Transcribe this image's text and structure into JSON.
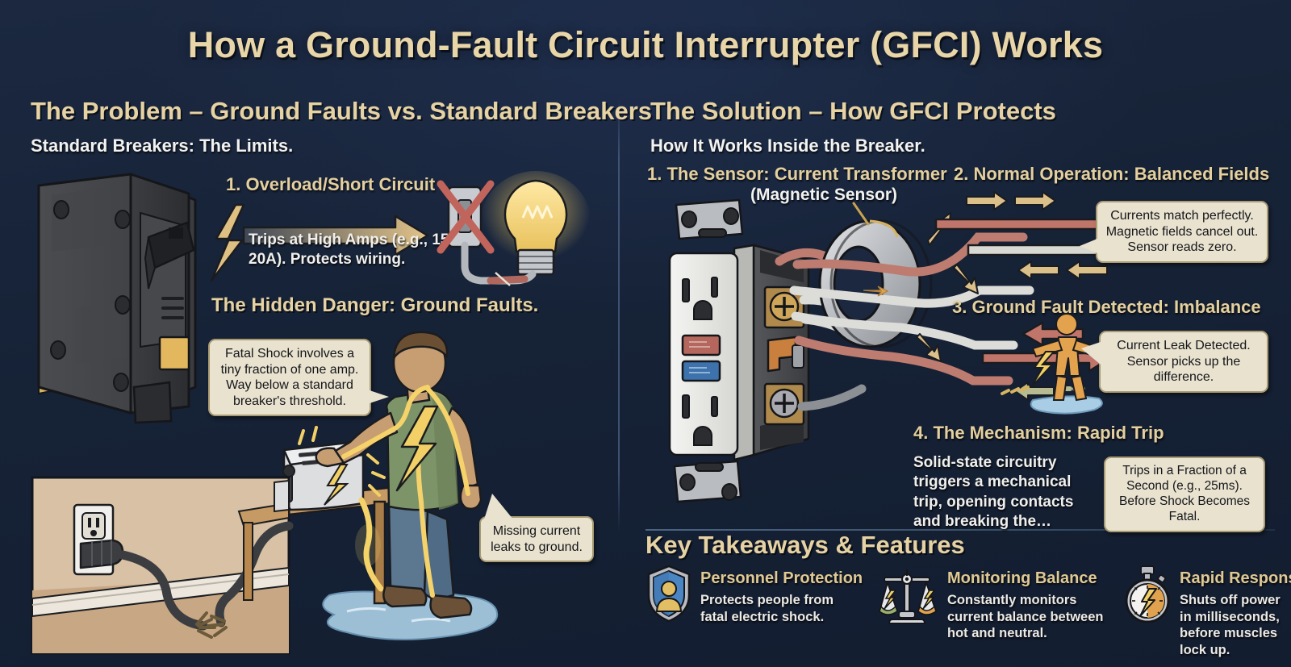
{
  "title": "How a Ground-Fault Circuit Interrupter (GFCI) Works",
  "colors": {
    "background": "#16233c",
    "heading_gold": "#e6d2a3",
    "body_white": "#f0efec",
    "callout_cream": "#e9e2cf",
    "hot_wire_red": "#c0756b",
    "neutral_wire_white": "#d9d9d4",
    "spark_yellow": "#f5d05a",
    "accent_orange": "#e2a24e"
  },
  "left_column": {
    "section_heading": "The Problem – Ground Faults vs. Standard Breakers",
    "sub_heading": "Standard Breakers: The Limits.",
    "step1_heading": "1. Overload/Short Circuit",
    "step1_body": "Trips at High Amps (e.g., 15-20A). Protects wiring.",
    "danger_heading": "The Hidden Danger: Ground Faults.",
    "callout_fatal_shock": "Fatal Shock involves a tiny fraction of one amp. Way below a standard breaker's threshold.",
    "callout_missing_current": "Missing current leaks to ground.",
    "illustrations": {
      "breaker": "circuit-breaker",
      "bulb": "light-bulb-with-crossed-out-switch",
      "shock_scene": "person-shocked-by-toaster-standing-in-water",
      "outlet_inset": "wall-outlet-with-damaged-cord"
    }
  },
  "right_column": {
    "section_heading": "The Solution – How GFCI Protects",
    "sub_heading": "How It Works Inside the Breaker.",
    "step1_heading_line1": "1. The Sensor: Current Transformer",
    "step1_heading_line2": "(Magnetic Sensor)",
    "step2_heading": "2. Normal Operation: Balanced Fields",
    "callout_balanced": "Currents match perfectly. Magnetic fields cancel out. Sensor reads zero.",
    "step3_heading": "3. Ground Fault Detected: Imbalance",
    "callout_leak": "Current Leak Detected. Sensor picks up the difference.",
    "step4_heading": "4. The Mechanism: Rapid Trip",
    "step4_body": "Solid-state circuitry triggers a mechanical trip, opening contacts and breaking the…",
    "callout_rapid_trip": "Trips in a Fraction of a Second (e.g., 25ms). Before Shock Becomes Fatal.",
    "illustrations": {
      "gfci_outlet": "gfci-receptacle-cutaway",
      "toroid": "current-transformer-ring",
      "person": "stick-figure-receiving-shock"
    }
  },
  "key_takeaways": {
    "heading": "Key Takeaways & Features",
    "items": [
      {
        "icon": "shield-person-icon",
        "title": "Personnel Protection",
        "desc": "Protects people from fatal electric shock."
      },
      {
        "icon": "balance-scale-icon",
        "title": "Monitoring Balance",
        "desc": "Constantly monitors current balance between hot and neutral."
      },
      {
        "icon": "stopwatch-icon",
        "title": "Rapid Response",
        "desc": "Shuts off power in milliseconds, before muscles lock up."
      }
    ]
  }
}
